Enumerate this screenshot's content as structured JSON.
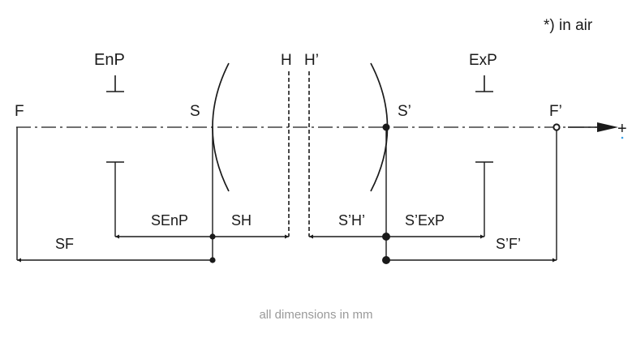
{
  "note": "*) in air",
  "footer": "all dimensions in mm",
  "labels": {
    "F": "F",
    "S": "S",
    "H": "H",
    "H_prime": "H’",
    "S_prime": "S’",
    "F_prime": "F’",
    "EnP": "EnP",
    "ExP": "ExP",
    "SEnP": "SEnP",
    "SH": "SH",
    "SF": "SF",
    "S_prime_H_prime": "S’H’",
    "S_prime_ExP": "S’ExP",
    "S_prime_F_prime": "S’F’",
    "axis_plus": "+"
  }
}
